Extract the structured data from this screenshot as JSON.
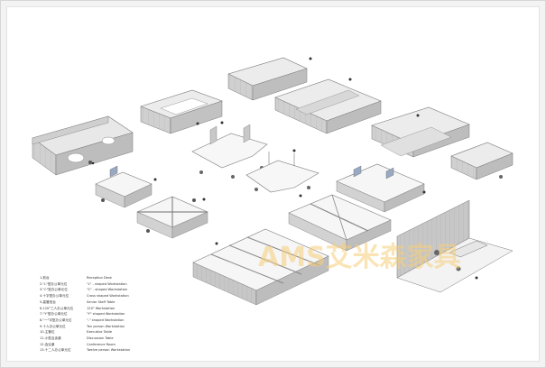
{
  "legend": [
    {
      "cn": "1.前台",
      "en": "Reception Desk"
    },
    {
      "cn": "2.\"L\"型办公单元位",
      "en": "\"L\" - shaped Workstation"
    },
    {
      "cn": "3.\"C\"型办公单元位",
      "en": "\"C\" - shaped Workstation"
    },
    {
      "cn": "4.十字型办公单元位",
      "en": "Cross shaped Workstation"
    },
    {
      "cn": "5.高管班台",
      "en": "Senior Staff Table"
    },
    {
      "cn": "6.120°三人办公单元位",
      "en": "120° Workstation"
    },
    {
      "cn": "7.\"Y\"型办公单元位",
      "en": "\"Y\" shaped Workstation"
    },
    {
      "cn": "8.\"一\"字型办公单元位",
      "en": "\"-\" shaped Workstation"
    },
    {
      "cn": "9.十人办公单元位",
      "en": "Ten person Workstation"
    },
    {
      "cn": "10.主管位",
      "en": "Executive Table"
    },
    {
      "cn": "11.小型洽谈桌",
      "en": "Discussion Table"
    },
    {
      "cn": "12.会议桌",
      "en": "Conference Room"
    },
    {
      "cn": "13.十二人办公单元位",
      "en": "Twelve person Workstation"
    }
  ],
  "watermark": "AMS艾米森家具",
  "colors": {
    "panel": "#d4d4d4",
    "panel_dark": "#9c9c9c",
    "desk": "#ffffff",
    "frame": "#8a8a8a",
    "watermark": "#f6ce78"
  }
}
